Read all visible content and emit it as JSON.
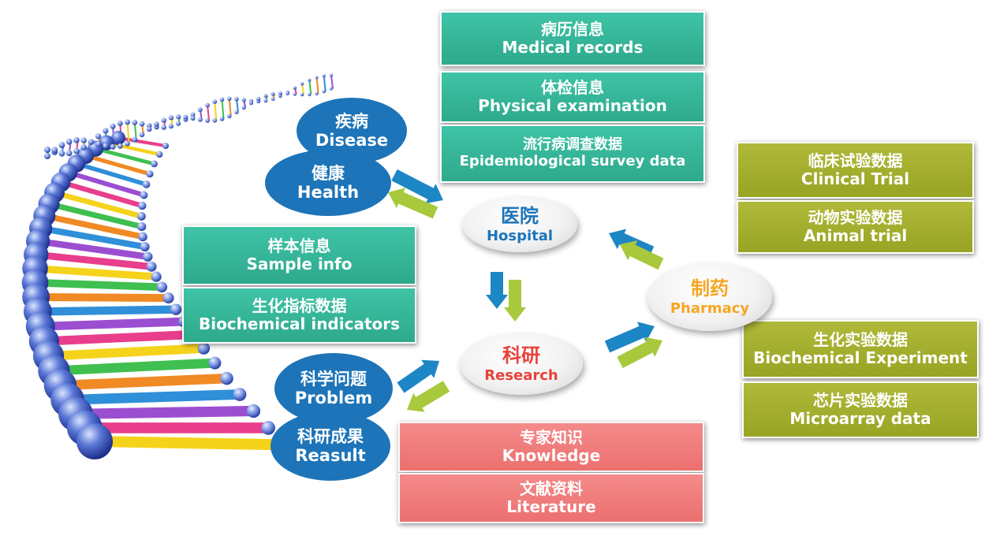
{
  "colors": {
    "teal": "#34b596",
    "olive": "#a2ad2c",
    "salmon": "#f07b7b",
    "oval_blue": "#1d74b8",
    "hospital_text": "#1d74b8",
    "research_text": "#e8413a",
    "pharmacy_text": "#f5a623",
    "arrow_blue": "#1d86c4",
    "arrow_green": "#a8c93c"
  },
  "hubs": {
    "hospital": {
      "zh": "医院",
      "en": "Hospital"
    },
    "research": {
      "zh": "科研",
      "en": "Research"
    },
    "pharmacy": {
      "zh": "制药",
      "en": "Pharmacy"
    }
  },
  "ovals": {
    "disease": {
      "zh": "疾病",
      "en": "Disease"
    },
    "health": {
      "zh": "健康",
      "en": "Health"
    },
    "problem": {
      "zh": "科学问题",
      "en": "Problem"
    },
    "result": {
      "zh": "科研成果",
      "en": "Reasult"
    }
  },
  "hospital_data": [
    {
      "zh": "病历信息",
      "en": "Medical records"
    },
    {
      "zh": "体检信息",
      "en": "Physical examination"
    },
    {
      "zh": "流行病调查数据",
      "en": "Epidemiological survey data"
    }
  ],
  "sample_data": [
    {
      "zh": "样本信息",
      "en": "Sample info"
    },
    {
      "zh": "生化指标数据",
      "en": "Biochemical indicators"
    }
  ],
  "pharmacy_data_top": [
    {
      "zh": "临床试验数据",
      "en": "Clinical Trial"
    },
    {
      "zh": "动物实验数据",
      "en": "Animal trial"
    }
  ],
  "pharmacy_data_bottom": [
    {
      "zh": "生化实验数据",
      "en": "Biochemical Experiment"
    },
    {
      "zh": "芯片实验数据",
      "en": "Microarray data"
    }
  ],
  "research_data": [
    {
      "zh": "专家知识",
      "en": "Knowledge"
    },
    {
      "zh": "文献资料",
      "en": "Literature"
    }
  ]
}
